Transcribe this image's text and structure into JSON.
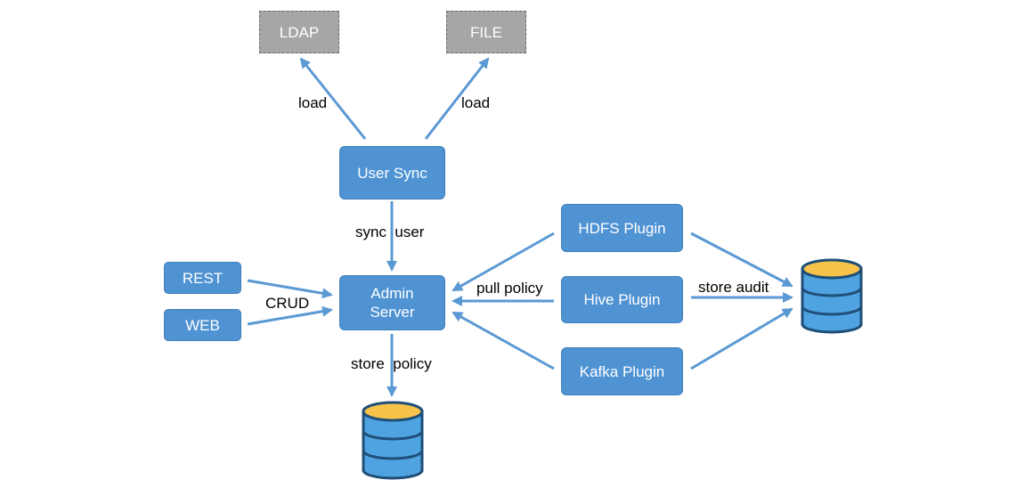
{
  "colors": {
    "node_blue": "#4f93d3",
    "node_gray": "#a6a6a6",
    "arrow": "#5a99d3",
    "db_top": "#f7c34a",
    "db_body": "#4fa3e0",
    "db_outline": "#1f4f78"
  },
  "nodes": {
    "ldap": "LDAP",
    "file": "FILE",
    "user_sync": "User Sync",
    "rest": "REST",
    "web": "WEB",
    "admin_server_line1": "Admin",
    "admin_server_line2": "Server",
    "hdfs_plugin": "HDFS Plugin",
    "hive_plugin": "Hive Plugin",
    "kafka_plugin": "Kafka Plugin"
  },
  "edge_labels": {
    "load_left": "load",
    "load_right": "load",
    "sync_user": "sync  user",
    "crud": "CRUD",
    "pull_policy": "pull policy",
    "store_policy": "store  policy",
    "store_audit": "store audit"
  },
  "icons": {
    "policy_db": "database-icon",
    "audit_db": "database-icon"
  }
}
